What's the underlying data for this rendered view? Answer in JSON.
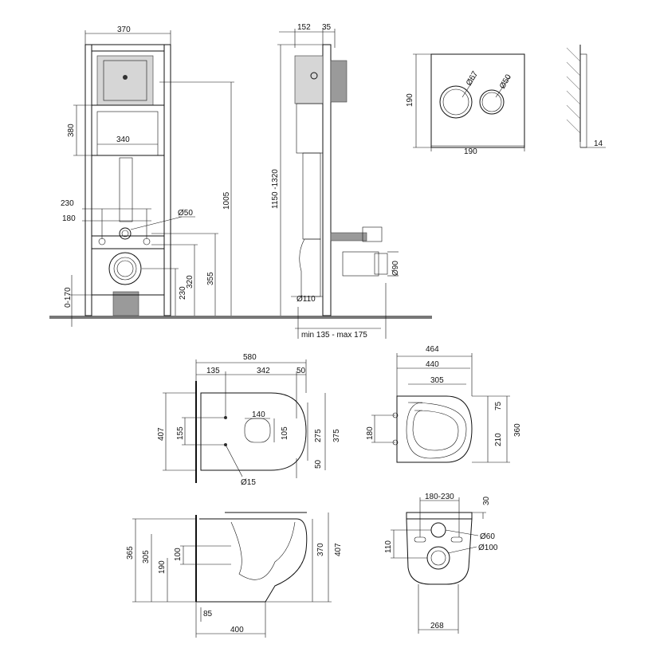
{
  "front_frame": {
    "width": "370",
    "tank_height": "380",
    "tank_width": "340",
    "bolt_spacing_outer": "230",
    "bolt_spacing_inner": "180",
    "drain_pipe": "Ø50",
    "height_1005": "1005",
    "height_355": "355",
    "height_320": "320",
    "height_230": "230",
    "leg_adjust": "0-170"
  },
  "side_frame": {
    "depth": "152",
    "panel": "35",
    "frame_height": "1150 -1320",
    "outlet": "Ø110",
    "connector": "Ø90",
    "wall_range": "min 135 - max 175"
  },
  "flush_plate": {
    "height": "190",
    "width": "190",
    "big_button": "Ø67",
    "small_button": "Ø50",
    "thickness": "14"
  },
  "bowl_top": {
    "length": "580",
    "rim_offset": "135",
    "bowl_length": "342",
    "front_gap": "50",
    "width": "407",
    "fix_spacing": "155",
    "opening_width": "140",
    "opening_height": "105",
    "inner_width": "275",
    "outer_width": "375",
    "front_offset": "50",
    "fix_hole": "Ø15"
  },
  "seat_top": {
    "width": "464",
    "inner_width": "440",
    "hinge_span": "305",
    "depth": "75",
    "depth_210": "210",
    "depth_360": "360",
    "hinge": "180"
  },
  "bowl_side": {
    "height_365": "365",
    "height_305": "305",
    "height_190": "190",
    "pipe_100": "100",
    "height_370": "370",
    "height_407": "407",
    "base_85": "85",
    "depth": "400"
  },
  "bowl_back": {
    "bolt_range": "180-230",
    "offset_30": "30",
    "inlet": "Ø60",
    "outlet": "Ø100",
    "height_110": "110",
    "base_width": "268"
  }
}
